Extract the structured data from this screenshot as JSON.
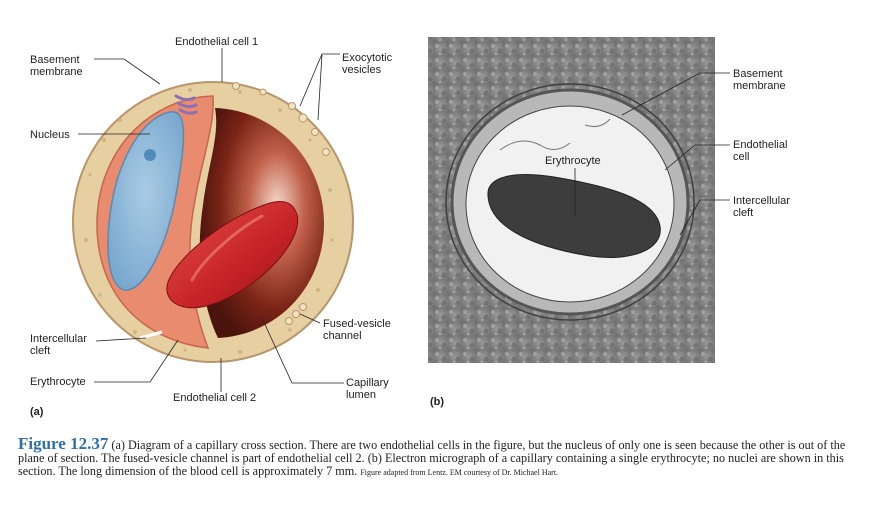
{
  "panel_a": {
    "tag": "(a)",
    "labels": {
      "endothelial_cell_1": "Endothelial cell 1",
      "basement_membrane": "Basement\nmembrane",
      "exocytotic_vesicles": "Exocytotic\nvesicles",
      "nucleus": "Nucleus",
      "intercellular_cleft": "Intercellular\ncleft",
      "erythrocyte": "Erythrocyte",
      "fused_vesicle_channel": "Fused-vesicle\nchannel",
      "endothelial_cell_2": "Endothelial cell 2",
      "capillary_lumen": "Capillary\nlumen"
    }
  },
  "panel_b": {
    "tag": "(b)",
    "labels": {
      "erythrocyte": "Erythrocyte",
      "basement_membrane": "Basement\nmembrane",
      "endothelial_cell": "Endothelial\ncell",
      "intercellular_cleft": "Intercellular\ncleft"
    }
  },
  "caption": {
    "figure_number": "Figure 12.37",
    "text": "(a) Diagram of a capillary cross section. There are two endothelial cells in the figure, but the nucleus of only one is seen because the other is out of the plane of section. The fused-vesicle channel is part of endothelial cell 2. (b) Electron micrograph of a capillary containing a single erythrocyte; no nuclei are shown in this section. The long dimension of the blood cell is approximately 7 mm.",
    "credit": "Figure adapted from Lentz. EM courtesy of Dr. Michael Hart."
  },
  "colors": {
    "membrane_tan": "#e6cfa0",
    "cell_pink": "#e88b6f",
    "nucleus_blue": "#8fb8d8",
    "erythrocyte_red": "#c8262a",
    "lumen_dark": "#6e1f14",
    "caption_blue": "#2f6fa8",
    "micrograph_gray": "#8c8c8c"
  }
}
